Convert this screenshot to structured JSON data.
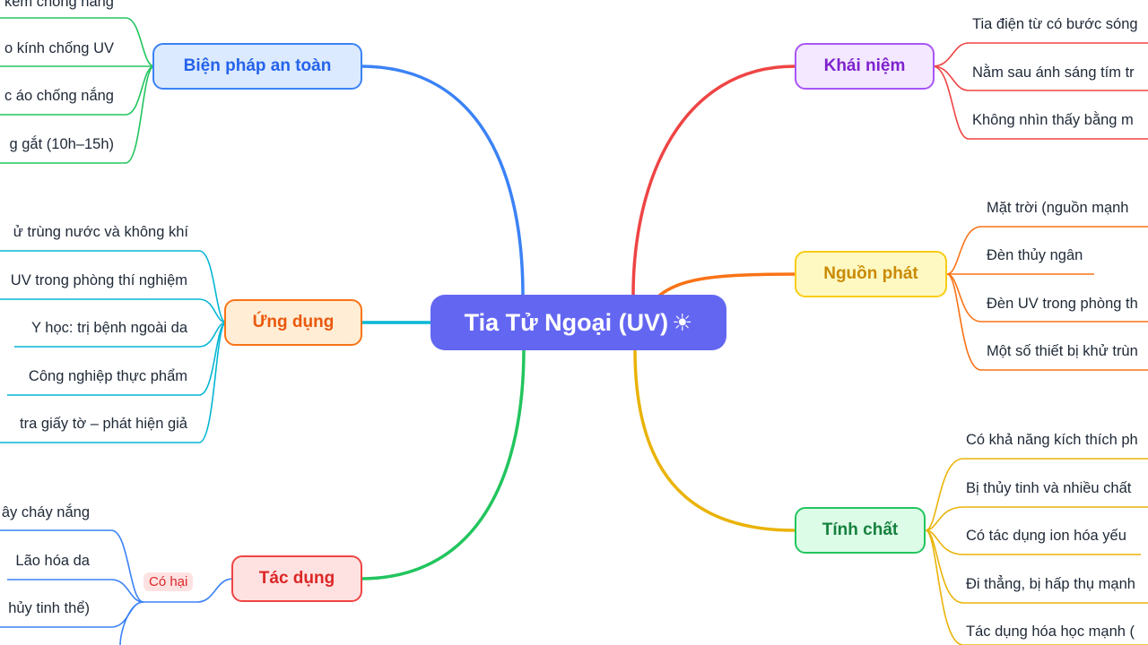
{
  "root": {
    "label": "Tia Tử Ngoại (UV)",
    "icon": "sun-icon",
    "color": "#6366f1"
  },
  "branches": {
    "khai_niem": {
      "label": "Khái niệm",
      "color": "#ef4444",
      "fill": "#f3e8ff",
      "border": "#a855f7",
      "text_color": "#7e22ce",
      "items": [
        "Tia điện từ có bước sóng",
        "Nằm sau ánh sáng tím tr",
        "Không nhìn thấy bằng m"
      ]
    },
    "nguon_phat": {
      "label": "Nguồn phát",
      "color": "#f97316",
      "fill": "#fef9c3",
      "border": "#facc15",
      "text_color": "#ca8a04",
      "items": [
        "Mặt trời (nguồn mạnh",
        "Đèn thủy ngân",
        "Đèn UV trong phòng th",
        "Một số thiết bị khử trùn"
      ]
    },
    "tinh_chat": {
      "label": "Tính chất",
      "color": "#eab308",
      "fill": "#dcfce7",
      "border": "#22c55e",
      "text_color": "#15803d",
      "items": [
        "Có khả năng kích thích ph",
        "Bị thủy tinh và nhiều chất",
        "Có tác dụng ion hóa yếu",
        "Đi thẳng, bị hấp thụ mạnh",
        "Tác dụng hóa học mạnh ("
      ]
    },
    "bien_phap": {
      "label": "Biện pháp an toàn",
      "color": "#3b82f6",
      "fill": "#dbeafe",
      "border": "#3b82f6",
      "text_color": "#2563eb",
      "items": [
        "kem chống nắng",
        "o kính chống UV",
        "c áo chống nắng",
        "g gắt (10h–15h)"
      ]
    },
    "ung_dung": {
      "label": "Ứng dụng",
      "color": "#06b6d4",
      "fill": "#ffedd5",
      "border": "#f97316",
      "text_color": "#ea580c",
      "items": [
        "ử trùng nước và không khí",
        "UV trong phòng thí nghiệm",
        "Y học: trị bệnh ngoài da",
        "Công nghiệp thực phẩm",
        "tra giấy tờ – phát hiện giả"
      ]
    },
    "tac_dung": {
      "label": "Tác dụng",
      "color": "#22c55e",
      "fill": "#fee2e2",
      "border": "#ef4444",
      "text_color": "#dc2626",
      "subgroup": {
        "label": "Có hại",
        "color": "#3b82f6",
        "fill": "#fee2e2",
        "text_color": "#dc2626"
      },
      "items": [
        "ây cháy nắng",
        "Lão hóa da",
        "hủy tinh thể)"
      ]
    }
  }
}
